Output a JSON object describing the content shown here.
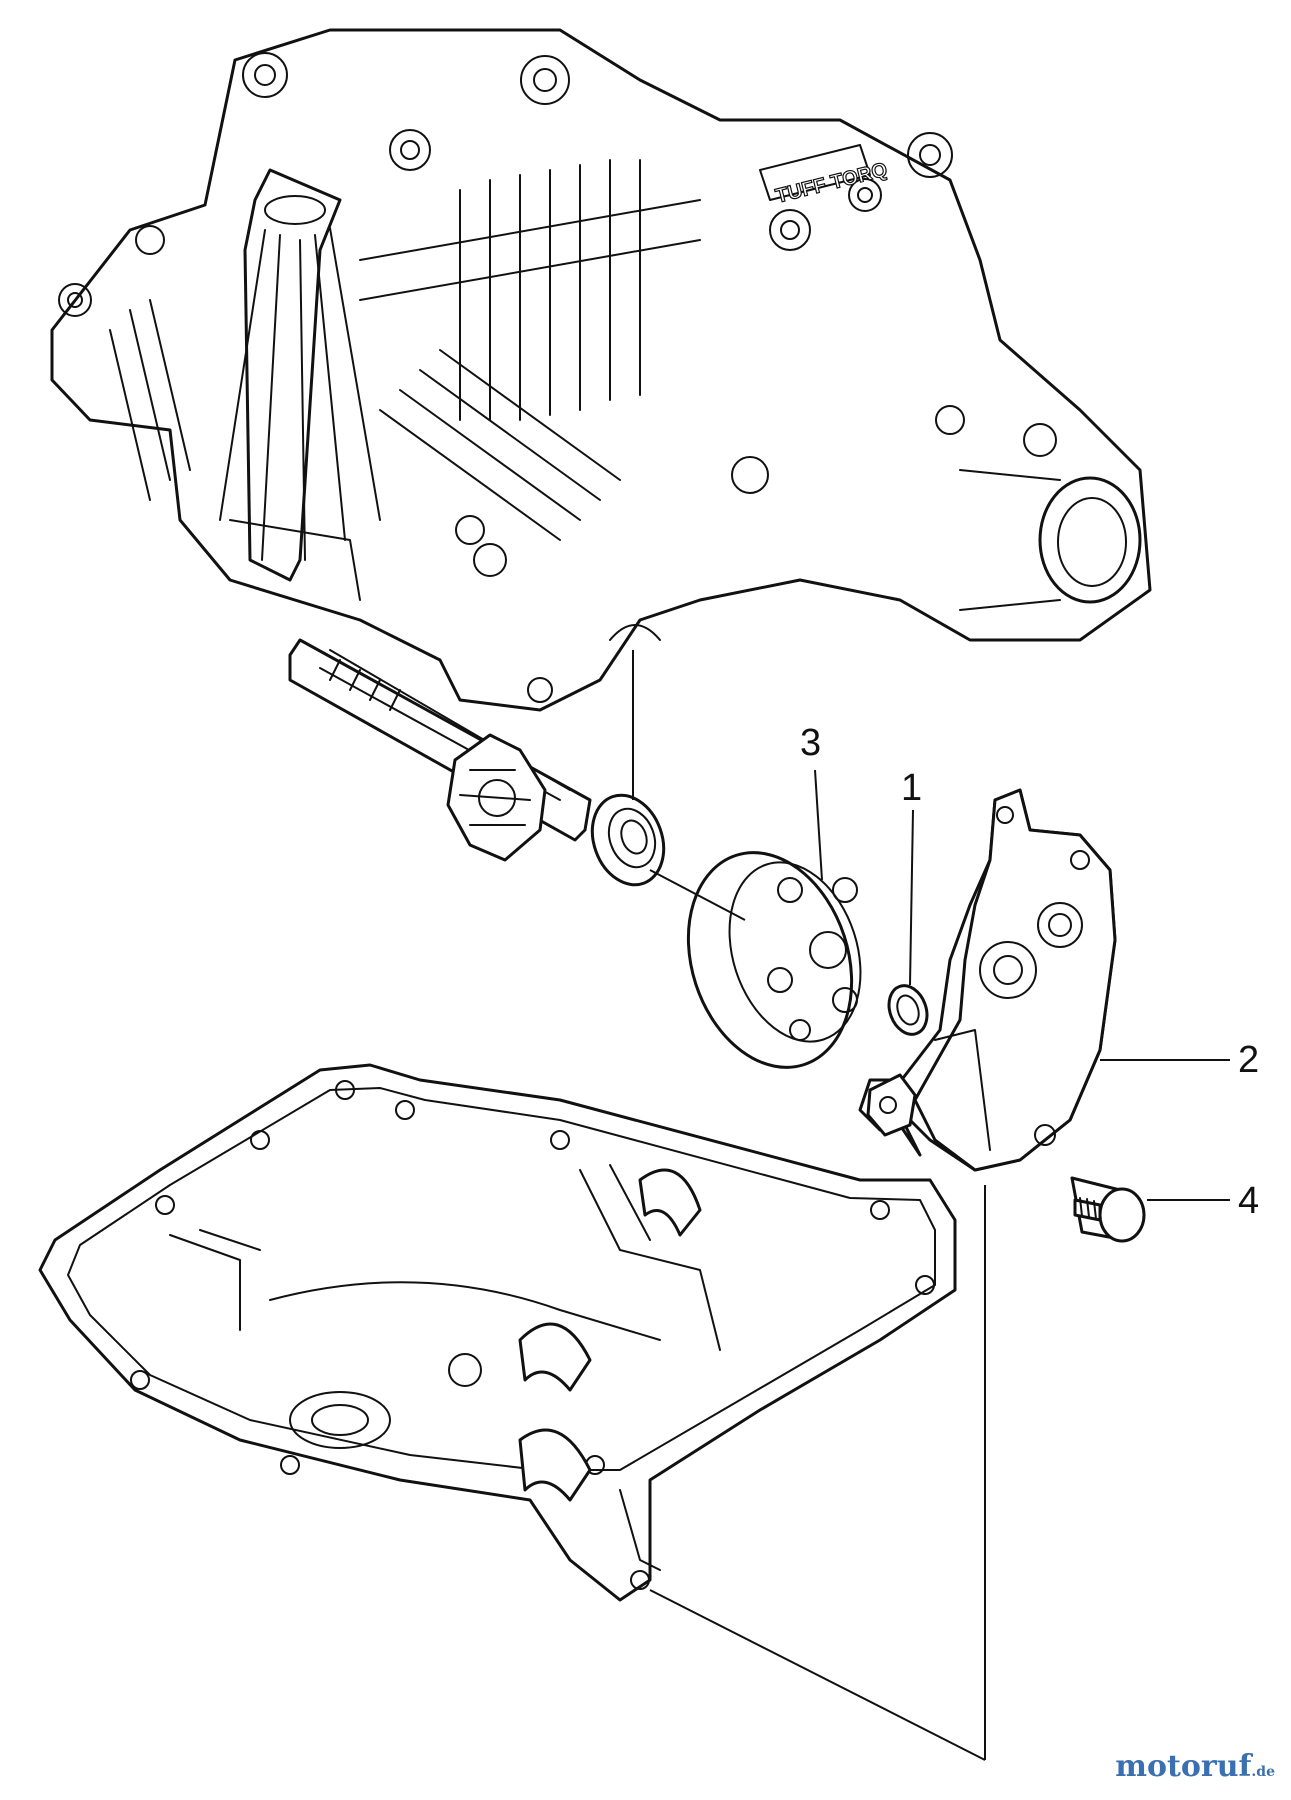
{
  "callouts": {
    "c1": "1",
    "c2": "2",
    "c3": "3",
    "c4": "4"
  },
  "housing_emboss": "TUFF TORQ",
  "watermark": {
    "brand": "motoruf",
    "tld": ".de",
    "colors": {
      "brand": "#3a6fb0",
      "line": "#111111",
      "background": "#ffffff"
    }
  }
}
